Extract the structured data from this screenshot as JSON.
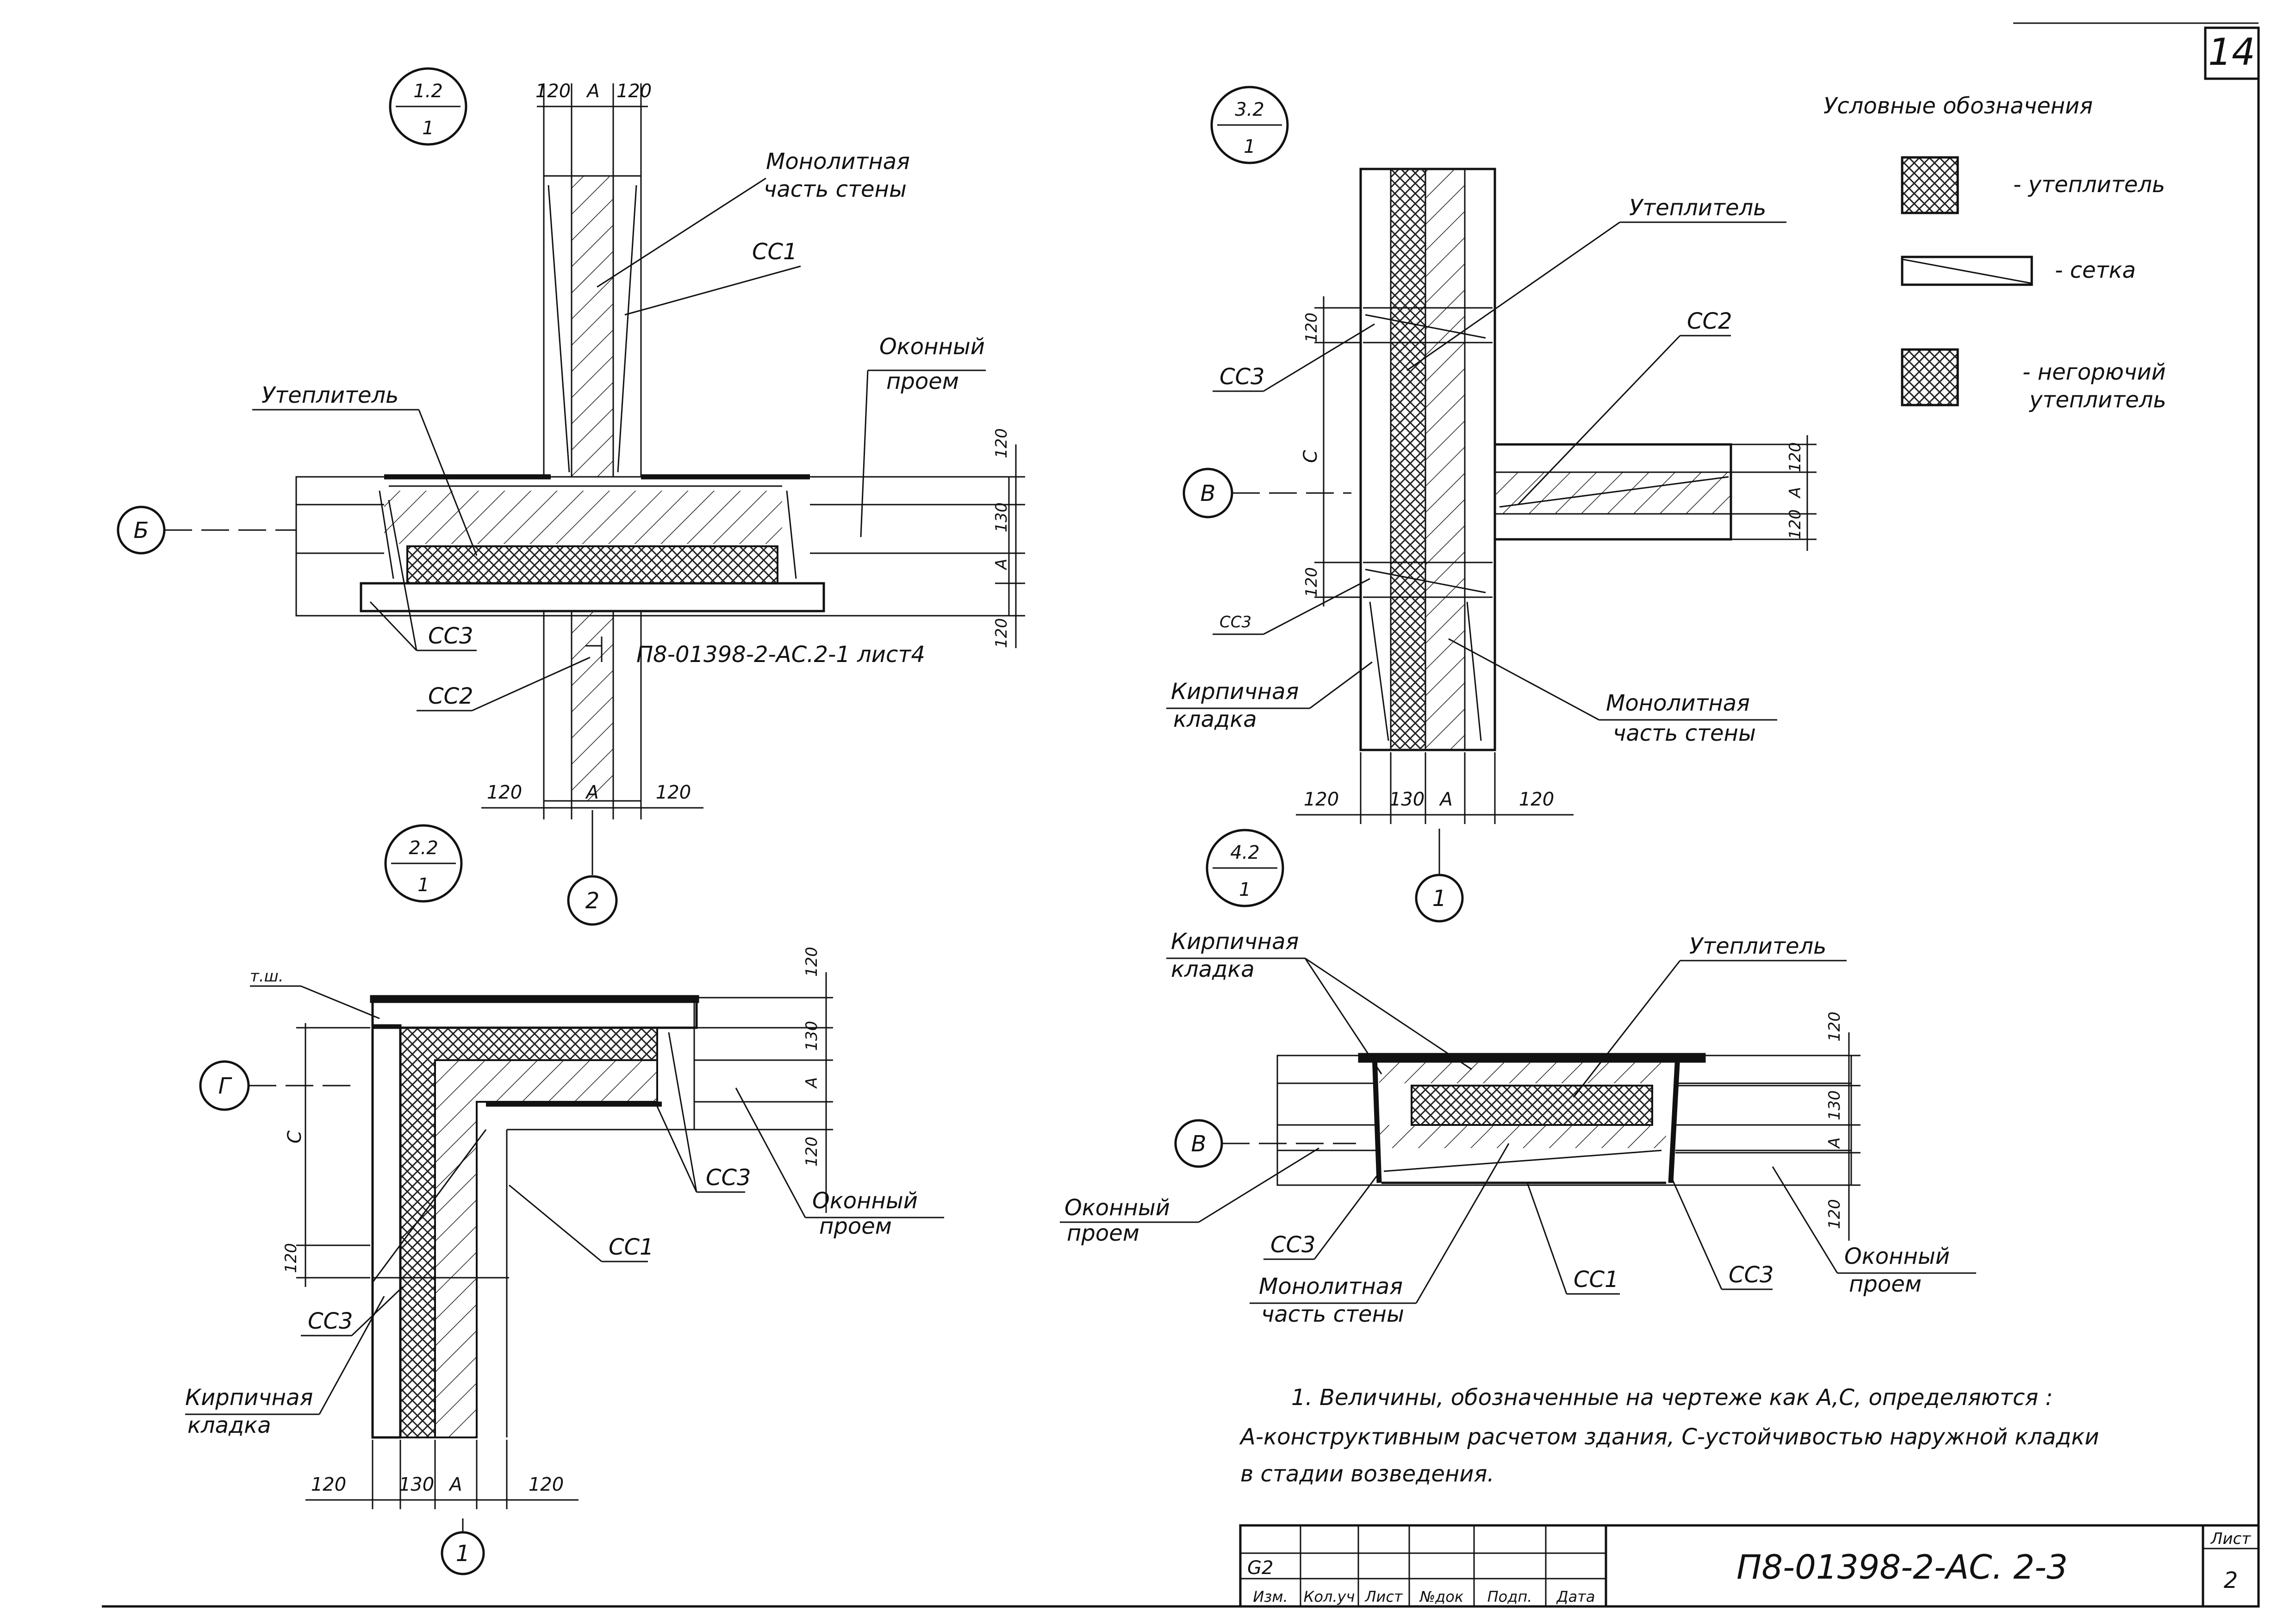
{
  "sheet": {
    "corner_number": "14",
    "doc_code": "П8-01398-2-АС. 2-3",
    "sheet_label": "Лист",
    "sheet_number": "2",
    "stamp_mark": "G2",
    "title_cols": [
      "Изм.",
      "Кол.уч",
      "Лист",
      "№док",
      "Подп.",
      "Дата"
    ]
  },
  "legend": {
    "title": "Условные обозначения",
    "items": [
      {
        "label": "- утеплитель"
      },
      {
        "label": "- сетка"
      },
      {
        "label": "- негорючий утеплитель",
        "line1": "- негорючий",
        "line2": "утеплитель"
      }
    ]
  },
  "note": {
    "line1": "1. Величины, обозначенные на чертеже как А,С, определяются :",
    "line2": "А-конструктивным расчетом здания, С-устойчивостью наружной кладки",
    "line3": "в стадии возведения."
  },
  "detail_1": {
    "marker_top": "1.2",
    "marker_bottom": "1",
    "axis_left": "Б",
    "axis_bottom": "2",
    "dims_top": [
      "120",
      "А",
      "120"
    ],
    "dims_bottom": [
      "120",
      "А",
      "120"
    ],
    "dims_right": [
      "120",
      "130",
      "А",
      "120"
    ],
    "labels": {
      "monolith1": "Монолитная",
      "monolith2": "часть стены",
      "cc1": "СС1",
      "window1": "Оконный",
      "window2": "проем",
      "insul": "Утеплитель",
      "cc3": "СС3",
      "cc2": "СС2",
      "ref": "П8-01398-2-АС.2-1 лист4"
    }
  },
  "detail_2": {
    "marker_top": "2.2",
    "marker_bottom": "1",
    "axis_left": "Г",
    "axis_bottom": "1",
    "dim_c": "С",
    "dims_bottom": [
      "120",
      "130",
      "А",
      "120"
    ],
    "dims_right": [
      "120",
      "130",
      "А",
      "120"
    ],
    "dims_left": [
      "120"
    ],
    "labels": {
      "tsh": "т.ш.",
      "cc3a": "СС3",
      "window1": "Оконный",
      "window2": "проем",
      "cc1": "СС1",
      "cc3b": "СС3",
      "brick1": "Кирпичная",
      "brick2": "кладка"
    }
  },
  "detail_3": {
    "marker_top": "3.2",
    "marker_bottom": "1",
    "axis_left": "В",
    "axis_bottom": "1",
    "dim_c": "С",
    "dims_left": [
      "120",
      "120"
    ],
    "dims_right": [
      "120",
      "А",
      "120"
    ],
    "dims_bottom": [
      "120",
      "130",
      "А",
      "120"
    ],
    "labels": {
      "insul": "Утеплитель",
      "cc2": "СС2",
      "cc3a": "СС3",
      "cc3b": "СС3",
      "brick1": "Кирпичная",
      "brick2": "кладка",
      "monolith1": "Монолитная",
      "monolith2": "часть стены"
    }
  },
  "detail_4": {
    "marker_top": "4.2",
    "marker_bottom": "1",
    "axis_left": "В",
    "dims_right": [
      "120",
      "130",
      "А",
      "120"
    ],
    "labels": {
      "brick1": "Кирпичная",
      "brick2": "кладка",
      "insul": "Утеплитель",
      "windowL1": "Оконный",
      "windowL2": "проем",
      "cc3a": "СС3",
      "monolith1": "Монолитная",
      "monolith2": "часть стены",
      "cc1": "СС1",
      "cc3b": "СС3",
      "windowR1": "Оконный",
      "windowR2": "проем"
    }
  }
}
